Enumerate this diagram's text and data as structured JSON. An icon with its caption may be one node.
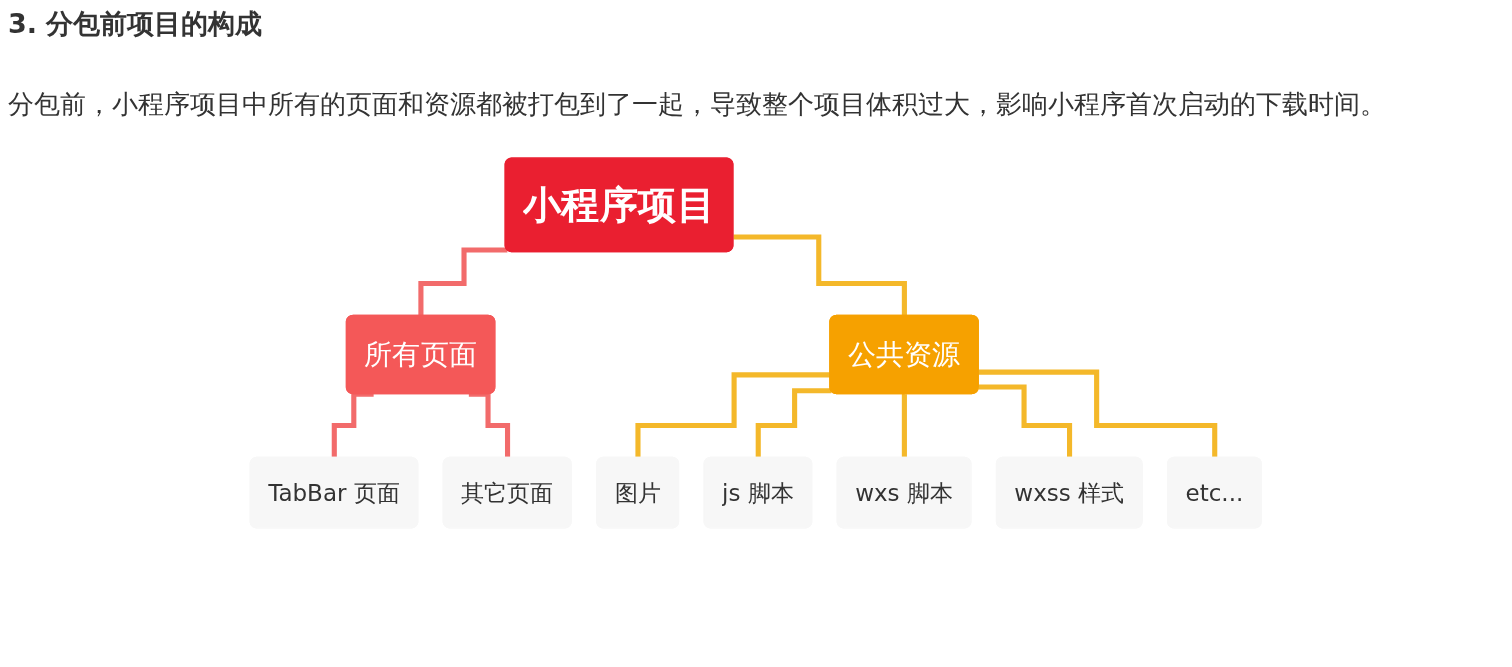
{
  "diagram": {
    "title": "3. 分包前项目的构成",
    "nodes": [
      {
        "text": [
          "小程序项目"
        ]
      },
      {
        "text": [
          "所有页面"
        ]
      },
      {
        "text": [
          "公共资源"
        ]
      },
      {
        "text": [
          "TabBar 页面"
        ]
      },
      {
        "text": [
          "其它页面"
        ]
      },
      {
        "text": [
          "图片"
        ]
      },
      {
        "text": [
          "js 脚本"
        ]
      },
      {
        "text": [
          "wxs 脚本"
        ]
      },
      {
        "text": [
          "wxss 样式"
        ]
      },
      {
        "text": [
          "etc..."
        ]
      }
    ],
    "edges": [
      {
        "from": 0,
        "to": 1,
        "arrow": "none",
        "color": "#f26b6b"
      },
      {
        "from": 0,
        "to": 2,
        "arrow": "none"
      },
      {
        "from": 1,
        "to": 3,
        "arrow": "none",
        "color": "#f26b6b"
      },
      {
        "from": 1,
        "to": 4,
        "arrow": "none",
        "color": "#f26b6b"
      },
      {
        "from": 2,
        "to": 5,
        "arrow": "none"
      },
      {
        "from": 2,
        "to": 6,
        "arrow": "none"
      },
      {
        "from": 2,
        "to": 7,
        "arrow": "none"
      },
      {
        "from": 2,
        "to": 8,
        "arrow": "none"
      },
      {
        "from": 2,
        "to": 9,
        "arrow": "none"
      }
    ],
    "labels": [
      "分包前，小程序项目中所有的页面和资源都被打包到了一起，导致整个项目体积过大，影响小程序首次启动的下载时间。"
    ]
  }
}
